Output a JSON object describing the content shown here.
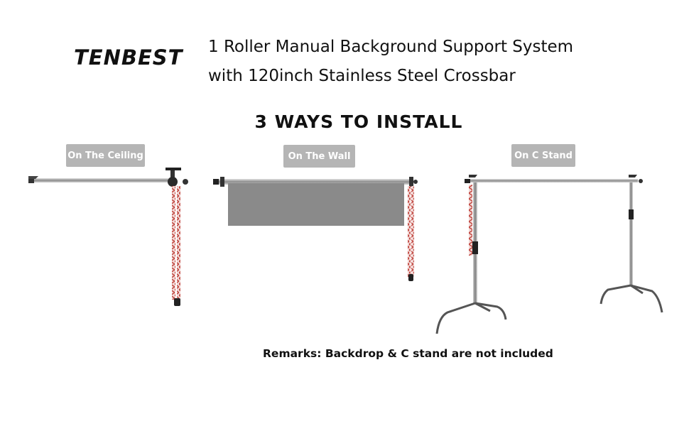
{
  "brand": {
    "name": "TENBEST"
  },
  "title": {
    "line1": "1 Roller Manual Background Support System",
    "line2": "with 120inch Stainless Steel  Crossbar"
  },
  "heading": "3 WAYS TO INSTALL",
  "methods": [
    {
      "label": "On The Ceiling"
    },
    {
      "label": "On The Wall"
    },
    {
      "label": "On C Stand"
    }
  ],
  "remarks": "Remarks: Backdrop & C stand are not included",
  "colors": {
    "tag_bg": "#b5b5b5",
    "backdrop": "#8a8a8a",
    "chain_red": "#c0453e",
    "metal": "#9a9a9a"
  }
}
